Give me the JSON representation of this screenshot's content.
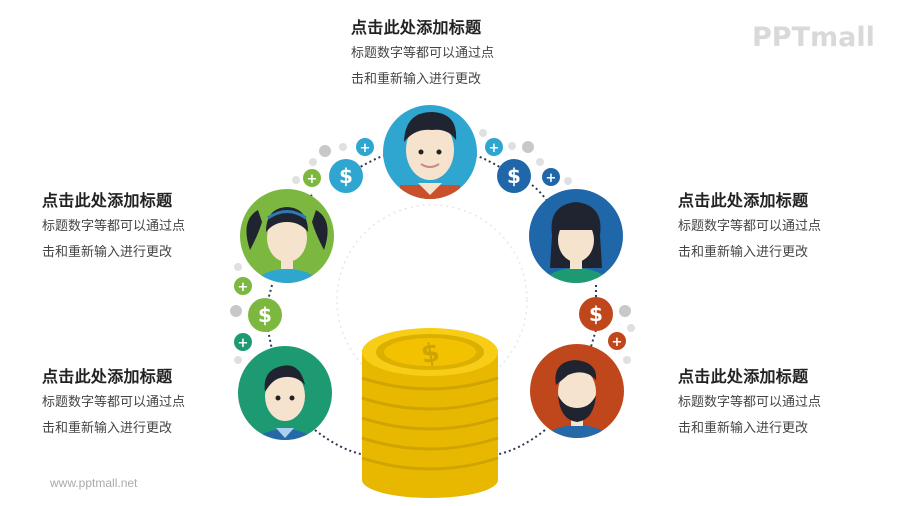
{
  "watermark": {
    "logo": "PPTmall",
    "url": "www.pptmall.net"
  },
  "nodes": [
    {
      "id": "top",
      "title": "点击此处添加标题",
      "lines": [
        "标题数字等都可以通过点",
        "击和重新输入进行更改"
      ],
      "color": "#2ea6cf",
      "avatar": "boy-smiling"
    },
    {
      "id": "left-upper",
      "title": "点击此处添加标题",
      "lines": [
        "标题数字等都可以通过点",
        "击和重新输入进行更改"
      ],
      "color": "#7cb83f",
      "avatar": "girl-pigtails"
    },
    {
      "id": "left-lower",
      "title": "点击此处添加标题",
      "lines": [
        "标题数字等都可以通过点",
        "击和重新输入进行更改"
      ],
      "color": "#1e9a72",
      "avatar": "man-glasses-less"
    },
    {
      "id": "right-upper",
      "title": "点击此处添加标题",
      "lines": [
        "标题数字等都可以通过点",
        "击和重新输入进行更改"
      ],
      "color": "#1f67a8",
      "avatar": "woman-dark-hair"
    },
    {
      "id": "right-lower",
      "title": "点击此处添加标题",
      "lines": [
        "标题数字等都可以通过点",
        "击和重新输入进行更改"
      ],
      "color": "#c0471b",
      "avatar": "man-beard"
    }
  ],
  "center": {
    "icon": "coin-stack-icon",
    "symbol": "$",
    "color": "#f2c200"
  },
  "coin_badges": [
    {
      "symbol": "$",
      "color": "#2ea6cf"
    },
    {
      "symbol": "$",
      "color": "#1f67a8"
    },
    {
      "symbol": "$",
      "color": "#7cb83f"
    },
    {
      "symbol": "$",
      "color": "#c0471b"
    }
  ],
  "plus_symbol": "+"
}
